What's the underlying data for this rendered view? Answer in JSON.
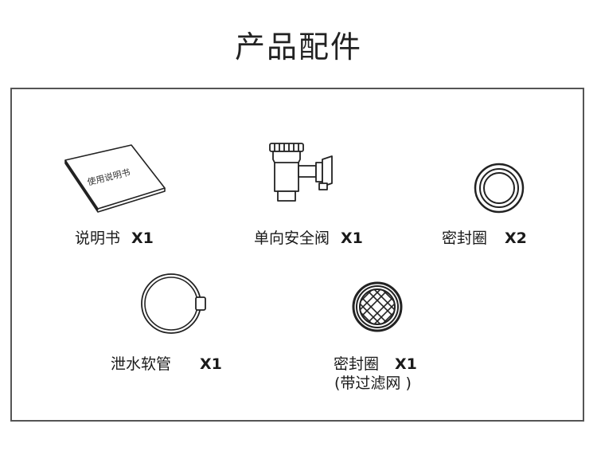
{
  "title": "产品配件",
  "items": [
    {
      "name": "说明书",
      "qty": "X1",
      "icon": "manual-icon",
      "cover_text": "使用说明书"
    },
    {
      "name": "单向安全阀",
      "qty": "X1",
      "icon": "safety-valve-icon"
    },
    {
      "name": "密封圈",
      "qty": "X2",
      "icon": "seal-ring-icon"
    },
    {
      "name": "泄水软管",
      "qty": "X1",
      "icon": "drain-hose-icon"
    },
    {
      "name": "密封圈",
      "qty": "X1",
      "sub": "(带过滤网 )",
      "icon": "filter-seal-ring-icon"
    }
  ]
}
